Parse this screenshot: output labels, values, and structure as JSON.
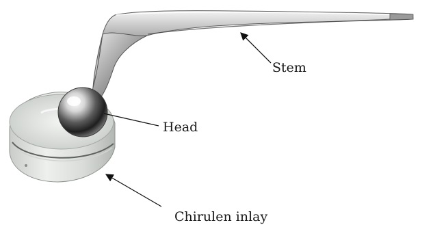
{
  "labels": {
    "stem": "Stem",
    "head": "Head",
    "inlay": "Chirulen inlay"
  }
}
